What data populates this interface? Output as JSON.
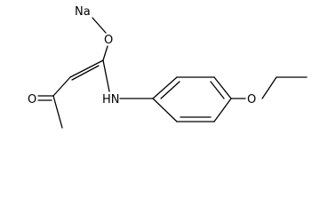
{
  "structure": {
    "atoms": {
      "sodium": "Na",
      "enolate_oxygen": "O",
      "ketone_oxygen": "O",
      "amine": "HN",
      "ether_oxygen": "O"
    }
  },
  "colors": {
    "bond": "#000000",
    "label": "#000000",
    "background": "#ffffff"
  }
}
